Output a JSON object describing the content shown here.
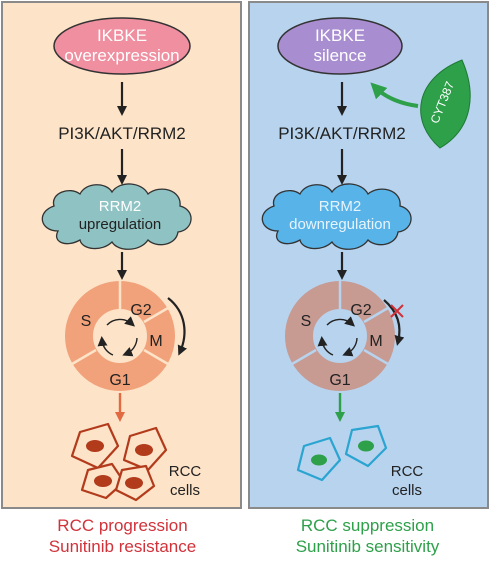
{
  "colors": {
    "left_panel_bg": "#fde3c8",
    "right_panel_bg": "#b7d3ee",
    "panel_border": "#8a8a8a",
    "left_ellipse": "#ef8fa0",
    "right_ellipse": "#a88ed0",
    "left_cloud": "#8fc2c2",
    "right_cloud": "#58b3e8",
    "left_ring": "#f2a27a",
    "right_ring": "#c79a92",
    "left_cells": "#b23b1c",
    "right_cells": "#2aa4d0",
    "left_arrow_orange": "#e26a40",
    "green": "#2ea04a",
    "red_text": "#d1323a",
    "dark": "#222222"
  },
  "left": {
    "top_node": [
      "IKBKE",
      "overexpression"
    ],
    "pathway": "PI3K/AKT/RRM2",
    "cloud": [
      "RRM2",
      "upregulation"
    ],
    "cycle": {
      "S": "S",
      "G2": "G2",
      "M": "M",
      "G1": "G1"
    },
    "cells_label": [
      "RCC",
      "cells"
    ],
    "outcome": [
      "RCC progression",
      "Sunitinib resistance"
    ]
  },
  "right": {
    "top_node": [
      "IKBKE",
      "silence"
    ],
    "inhibitor": "CYT387",
    "pathway": "PI3K/AKT/RRM2",
    "cloud": [
      "RRM2",
      "downregulation"
    ],
    "cycle": {
      "S": "S",
      "G2": "G2",
      "M": "M",
      "G1": "G1"
    },
    "cells_label": [
      "RCC",
      "cells"
    ],
    "outcome": [
      "RCC suppression",
      "Sunitinib sensitivity"
    ]
  }
}
